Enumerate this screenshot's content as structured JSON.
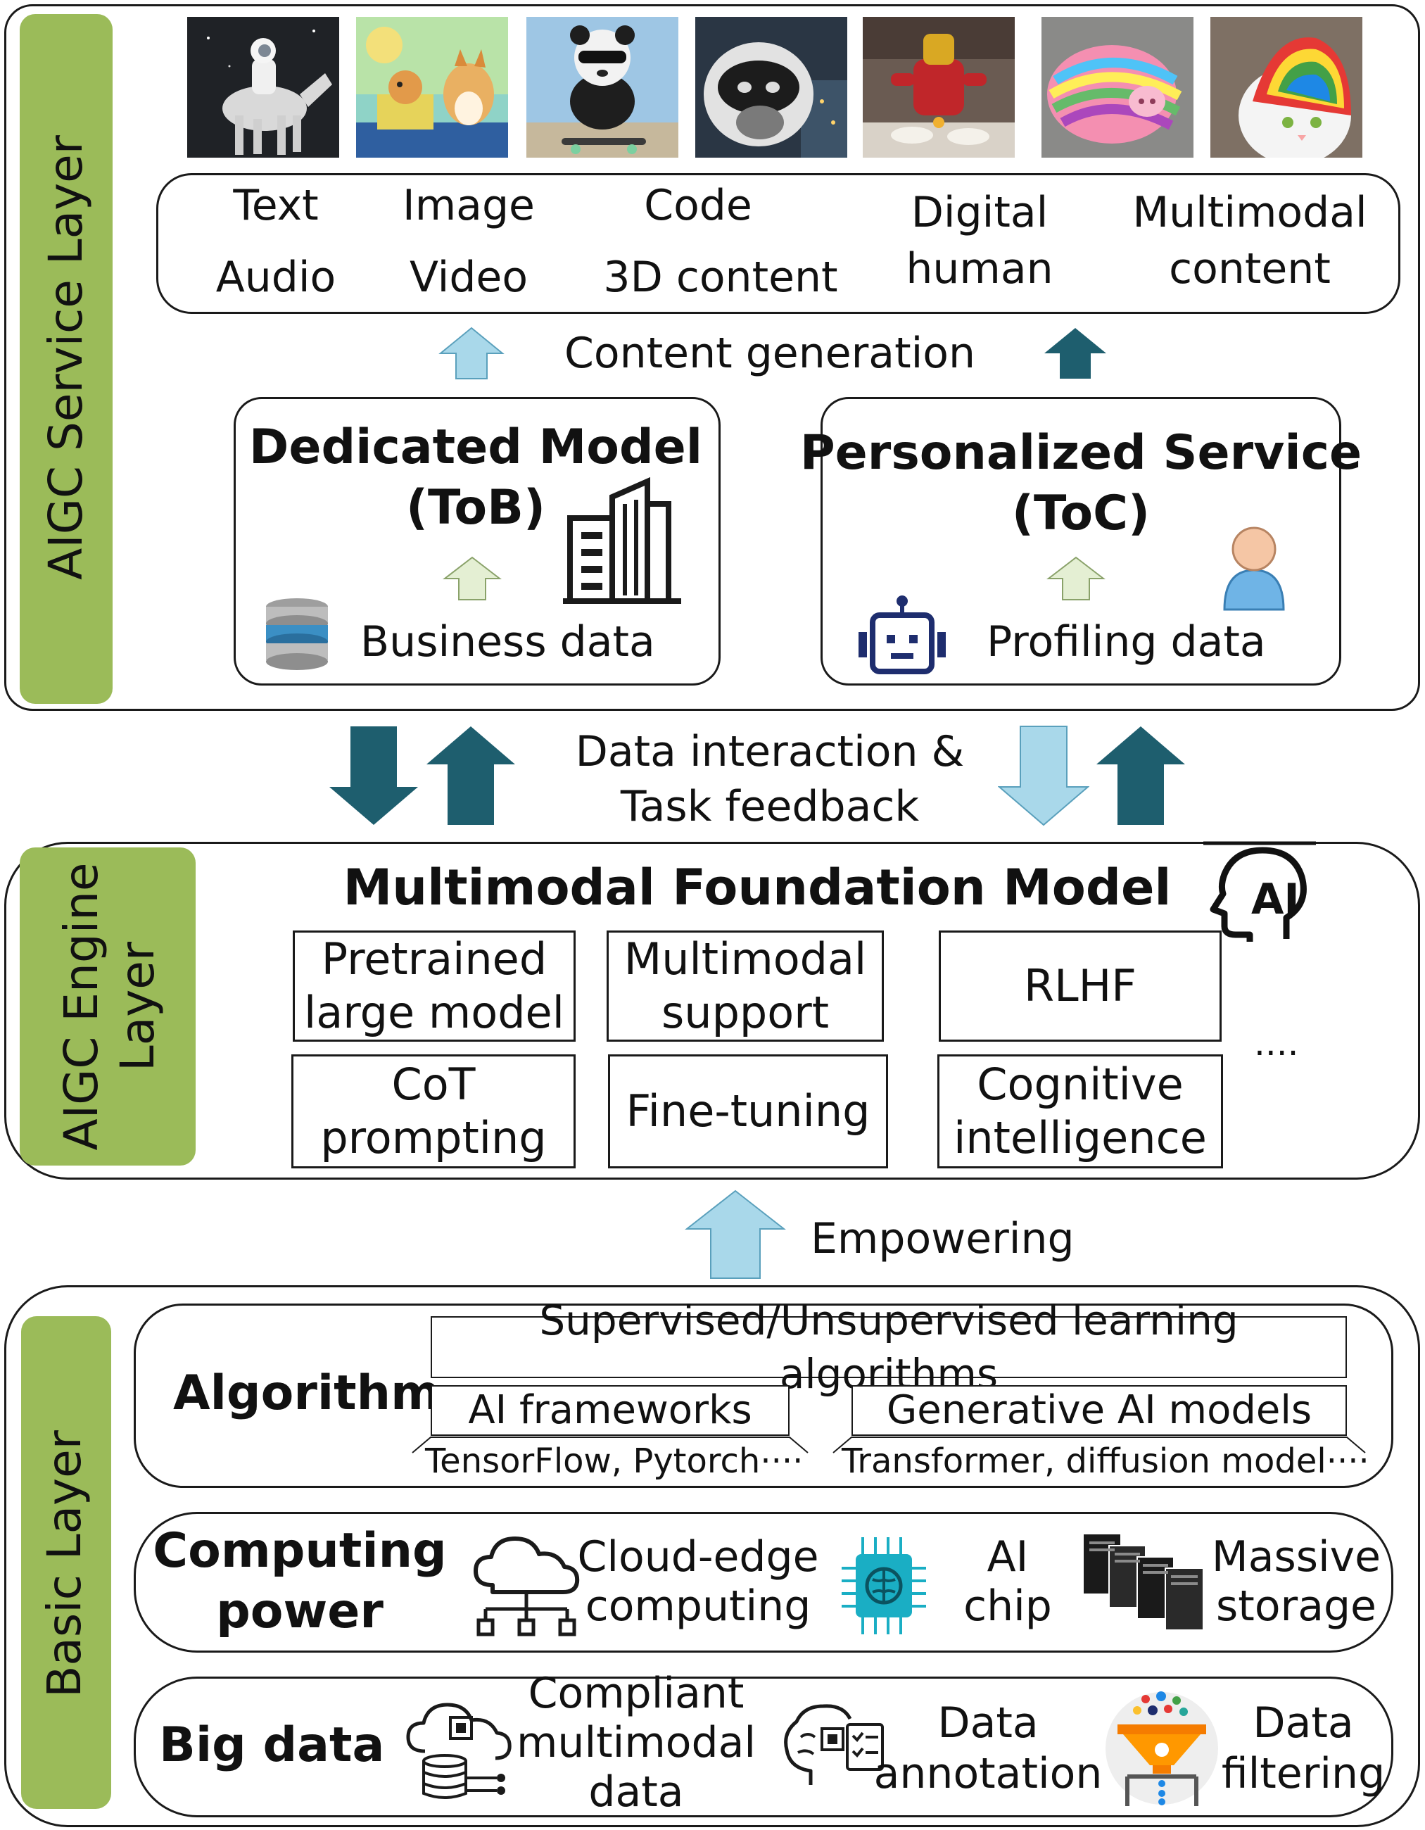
{
  "service_layer": {
    "label": "AIGC Service Layer",
    "content_types": {
      "text": "Text",
      "image": "Image",
      "code": "Code",
      "audio": "Audio",
      "video": "Video",
      "three_d": "3D content",
      "digital_human": [
        "Digital",
        "human"
      ],
      "multimodal_content": [
        "Multimodal",
        "content"
      ]
    },
    "content_generation": "Content generation",
    "dedicated": {
      "title": "Dedicated Model",
      "subtitle": "(ToB)",
      "data": "Business data"
    },
    "personalized": {
      "title": "Personalized Service",
      "subtitle": "(ToC)",
      "data": "Profiling data"
    },
    "thumbnails": [
      "astronaut-horse",
      "cat-dog-painting",
      "panda-skateboard",
      "raccoon-helmet",
      "robot-kitchen",
      "rainbow-pig",
      "rainbow-cat"
    ]
  },
  "interaction": {
    "line1": "Data interaction &",
    "line2": "Task feedback"
  },
  "engine_layer": {
    "label_line1": "AIGC Engine",
    "label_line2": "Layer",
    "title": "Multimodal Foundation Model",
    "cells": {
      "pretrained": [
        "Pretrained",
        "large model"
      ],
      "multimodal_support": [
        "Multimodal",
        "support"
      ],
      "rlhf": "RLHF",
      "cot": [
        "CoT",
        "prompting"
      ],
      "finetuning": "Fine-tuning",
      "cognitive": [
        "Cognitive",
        "intelligence"
      ],
      "ellipsis": "...."
    }
  },
  "empowering": "Empowering",
  "basic_layer": {
    "label": "Basic Layer",
    "algorithm": {
      "label": "Algorithm",
      "learning": "Supervised/Unsupervised learning algorithms",
      "frameworks": "AI frameworks",
      "frameworks_sub": "TensorFlow, Pytorch····",
      "genai": "Generative AI models",
      "genai_sub": "Transformer, diffusion model····"
    },
    "computing": {
      "label": [
        "Computing",
        "power"
      ],
      "cloud": [
        "Cloud-edge",
        "computing"
      ],
      "chip": [
        "AI",
        "chip"
      ],
      "storage": [
        "Massive",
        "storage"
      ]
    },
    "bigdata": {
      "label": "Big data",
      "compliant": [
        "Compliant",
        "multimodal",
        "data"
      ],
      "annotation": [
        "Data",
        "annotation"
      ],
      "filtering": [
        "Data",
        "filtering"
      ]
    }
  },
  "colors": {
    "tag_green": "#9bbb59",
    "arrow_light": "#a9d8ea",
    "arrow_dark": "#1e5e6e",
    "arrow_pale_green": "#e4efd3",
    "icon_navy": "#1e2d6e",
    "chip_cyan": "#1aaec4"
  }
}
